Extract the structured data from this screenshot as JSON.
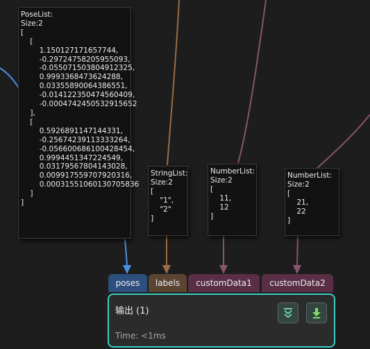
{
  "tooltips": {
    "poses": {
      "text": "PoseList:\nSize:2\n[\n    [\n        1.150127171657744,\n        -0.29724758205955093,\n        -0.055071503804912325,\n        0.9993368473624288,\n        0.03355890064386551,\n        -0.014122350474560409,\n        -0.0004742450532915652\n    ],\n    [\n        0.5926891147144331,\n        -0.25674239113333264,\n        -0.056600686100428454,\n        0.9994451347224549,\n        0.03179567804143028,\n        0.009917559707920316,\n        0.0003155106013070583​6\n    ]\n]"
    },
    "labels": {
      "text": "StringList:\nSize:2\n[\n    \"1\",\n    \"2\"\n]"
    },
    "custom1": {
      "text": "NumberList:\nSize:2\n[\n    11,\n    12\n]"
    },
    "custom2": {
      "text": "NumberList:\nSize:2\n[\n    21,\n    22\n]"
    }
  },
  "ports": {
    "poses": {
      "label": "poses",
      "color": "#2c4f7e"
    },
    "labels": {
      "label": "labels",
      "color": "#5a4532"
    },
    "custom1": {
      "label": "customData1",
      "color": "#5a2f45"
    },
    "custom2": {
      "label": "customData2",
      "color": "#5a2f45"
    }
  },
  "node": {
    "title": "输出 (1)",
    "time": "Time: <1ms",
    "border_color": "#3ccfc2",
    "buttons": [
      {
        "icon": "collapse-chevrons-icon",
        "color": "#6fd2a0"
      },
      {
        "icon": "download-arrow-icon",
        "color": "#7fe06a"
      }
    ]
  },
  "wire_colors": {
    "poses": "#4a90e2",
    "labels": "#9a6d45",
    "custom": "#8a5470"
  }
}
